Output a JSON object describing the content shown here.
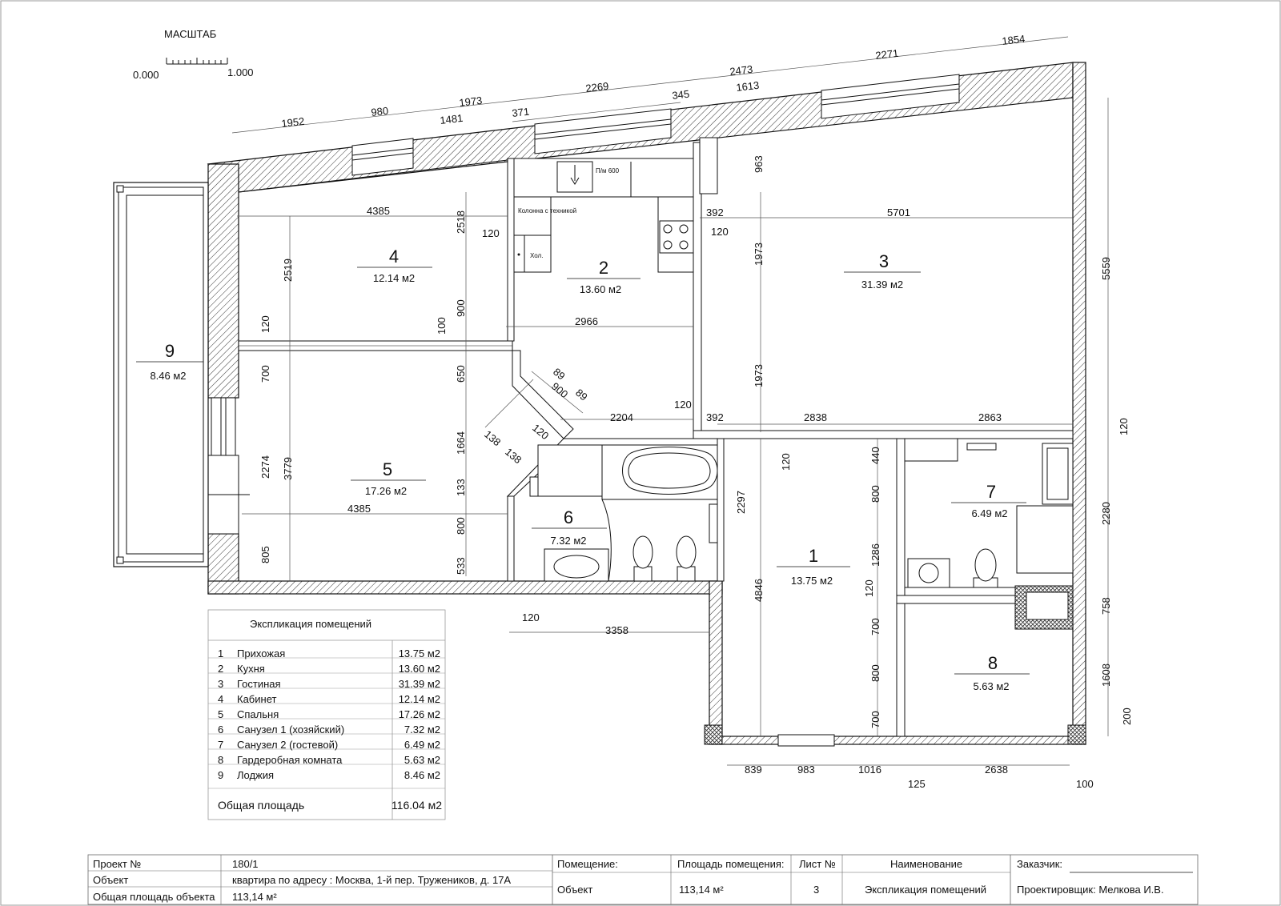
{
  "scale": {
    "title": "МАСШТАБ",
    "min": "0.000",
    "max": "1.000"
  },
  "rooms": [
    {
      "num": "1",
      "area": "13.75 м2"
    },
    {
      "num": "2",
      "area": "13.60 м2"
    },
    {
      "num": "3",
      "area": "31.39 м2"
    },
    {
      "num": "4",
      "area": "12.14 м2"
    },
    {
      "num": "5",
      "area": "17.26 м2"
    },
    {
      "num": "6",
      "area": "7.32 м2"
    },
    {
      "num": "7",
      "area": "6.49 м2"
    },
    {
      "num": "8",
      "area": "5.63 м2"
    },
    {
      "num": "9",
      "area": "8.46 м2"
    }
  ],
  "fixtures": {
    "stove_label": "П/м 600",
    "column_label": "Колонна с техникой",
    "fridge_label": "Хол."
  },
  "dims": {
    "top_a": [
      "1952",
      "980",
      "1973",
      "2269",
      "2473",
      "2271",
      "1854"
    ],
    "top_b": [
      "1481",
      "371",
      "345",
      "1613"
    ],
    "room4": [
      "4385",
      "2518",
      "2519",
      "900",
      "120",
      "100"
    ],
    "room5": [
      "700",
      "650",
      "2274",
      "3779",
      "1664",
      "133",
      "4385",
      "800",
      "805",
      "533"
    ],
    "kitchen": [
      "120",
      "2966",
      "120",
      "2204"
    ],
    "diag": [
      "89",
      "900",
      "89",
      "138",
      "120",
      "138"
    ],
    "room3": [
      "963",
      "392",
      "5701",
      "120",
      "1973",
      "1973",
      "5559",
      "392",
      "2838",
      "2863",
      "120"
    ],
    "right": [
      "120",
      "2280",
      "758",
      "1608",
      "200"
    ],
    "room1": [
      "120",
      "2297",
      "4846",
      "440",
      "800",
      "1286",
      "120",
      "700",
      "800",
      "700"
    ],
    "bottom": [
      "120",
      "3358",
      "839",
      "983",
      "1016",
      "2638",
      "125",
      "100"
    ]
  },
  "explication": {
    "title": "Экспликация помещений",
    "rows": [
      {
        "n": "1",
        "name": "Прихожая",
        "area": "13.75 м2"
      },
      {
        "n": "2",
        "name": "Кухня",
        "area": "13.60 м2"
      },
      {
        "n": "3",
        "name": "Гостиная",
        "area": "31.39 м2"
      },
      {
        "n": "4",
        "name": "Кабинет",
        "area": "12.14 м2"
      },
      {
        "n": "5",
        "name": "Спальня",
        "area": "17.26 м2"
      },
      {
        "n": "6",
        "name": "Санузел 1 (хозяйский)",
        "area": "7.32 м2"
      },
      {
        "n": "7",
        "name": "Санузел 2 (гостевой)",
        "area": "6.49 м2"
      },
      {
        "n": "8",
        "name": "Гардеробная комната",
        "area": "5.63 м2"
      },
      {
        "n": "9",
        "name": "Лоджия",
        "area": "8.46 м2"
      }
    ],
    "total_label": "Общая площадь",
    "total_value": "116.04 м2"
  },
  "title_block": {
    "project_label": "Проект №",
    "project_value": "180/1",
    "object_label": "Объект",
    "object_value": "квартира по адресу : Москва, 1-й пер. Тружеников, д. 17А",
    "total_label": "Общая площадь объекта",
    "total_value": "113,14 м²",
    "room_label": "Помещение:",
    "room_value": "Объект",
    "area_label": "Площадь помещения:",
    "area_value": "113,14 м²",
    "sheet_label": "Лист №",
    "sheet_value": "3",
    "name_label": "Наименование",
    "name_value": "Экспликация помещений",
    "client_label": "Заказчик:",
    "designer_label": "Проектировщик: Мелкова И.В."
  }
}
